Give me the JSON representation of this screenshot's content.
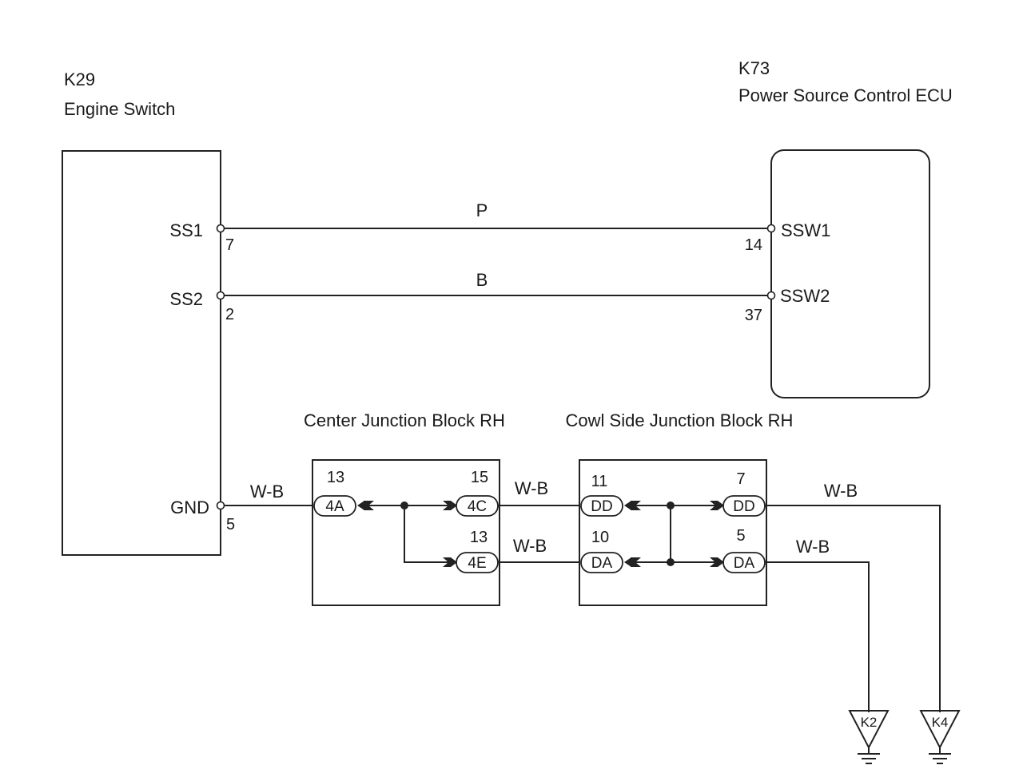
{
  "components": {
    "engine_switch": {
      "code": "K29",
      "name": "Engine Switch"
    },
    "ecu": {
      "code": "K73",
      "name": "Power Source Control ECU"
    },
    "center_jb": {
      "name": "Center Junction Block RH"
    },
    "cowl_jb": {
      "name": "Cowl Side Junction Block RH"
    }
  },
  "terminals": {
    "ss1": {
      "name": "SS1",
      "pin": "7"
    },
    "ss2": {
      "name": "SS2",
      "pin": "2"
    },
    "gnd": {
      "name": "GND",
      "pin": "5"
    },
    "ssw1": {
      "name": "SSW1",
      "pin": "14"
    },
    "ssw2": {
      "name": "SSW2",
      "pin": "37"
    }
  },
  "wires": {
    "ss1_color": "P",
    "ss2_color": "B",
    "gnd_color": "W-B",
    "cjb_4c_color": "W-B",
    "cjb_4e_color": "W-B",
    "cowl_dd_out_color": "W-B",
    "cowl_da_out_color": "W-B"
  },
  "connectors": {
    "cjb_in": {
      "id": "4A",
      "pin": "13"
    },
    "cjb_out_top": {
      "id": "4C",
      "pin": "15"
    },
    "cjb_out_bottom": {
      "id": "4E",
      "pin": "13"
    },
    "cowl_in_top": {
      "id": "DD",
      "pin": "11"
    },
    "cowl_in_bottom": {
      "id": "DA",
      "pin": "10"
    },
    "cowl_out_top": {
      "id": "DD",
      "pin": "7"
    },
    "cowl_out_bottom": {
      "id": "DA",
      "pin": "5"
    }
  },
  "grounds": {
    "k2": "K2",
    "k4": "K4"
  }
}
